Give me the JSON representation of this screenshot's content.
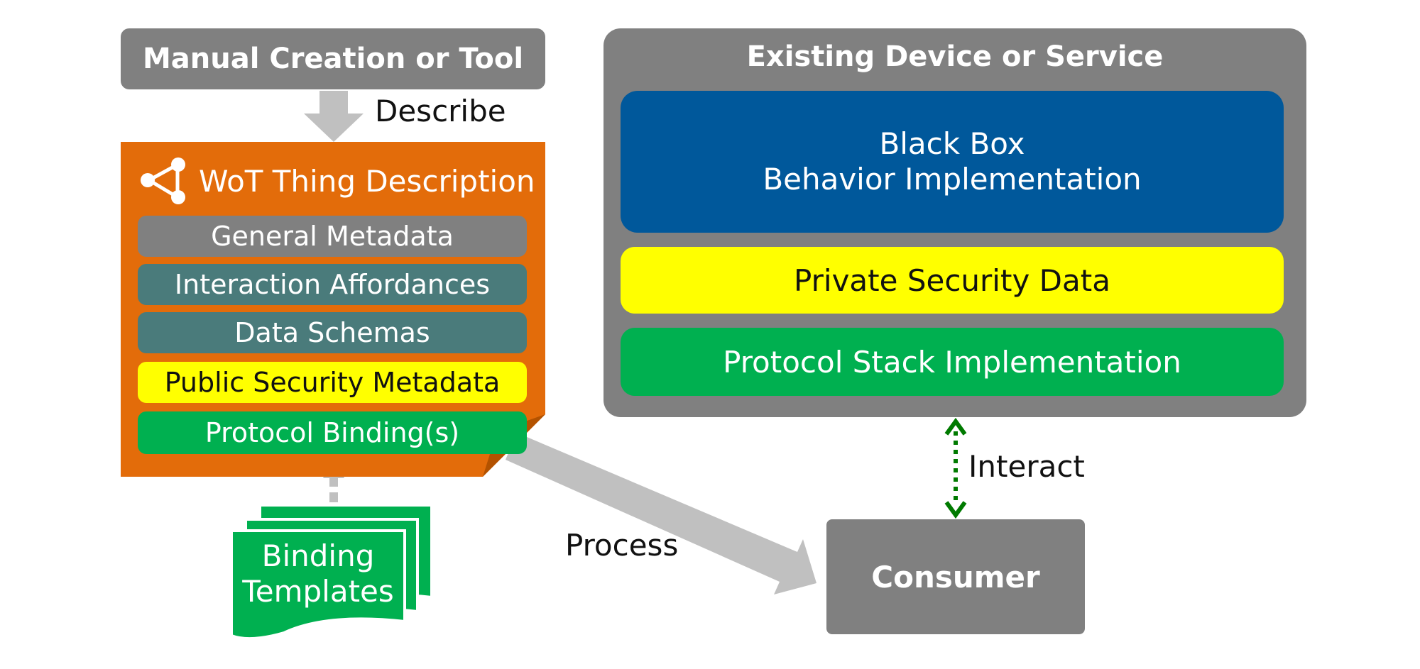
{
  "manual_box": {
    "label": "Manual Creation or Tool"
  },
  "describe_label": "Describe",
  "td": {
    "title": "WoT Thing Description",
    "rows": [
      {
        "label": "General Metadata"
      },
      {
        "label": "Interaction Affordances"
      },
      {
        "label": "Data Schemas"
      },
      {
        "label": "Public Security Metadata"
      },
      {
        "label": "Protocol Binding(s)"
      }
    ]
  },
  "binding_templates": {
    "label": "Binding\nTemplates"
  },
  "process_label": "Process",
  "device": {
    "title": "Existing Device or Service",
    "black_box": "Black Box\nBehavior Implementation",
    "private_security": "Private Security Data",
    "protocol_stack": "Protocol Stack Implementation"
  },
  "interact_label": "Interact",
  "consumer": {
    "label": "Consumer"
  },
  "colors": {
    "gray": "#808080",
    "orange": "#e36c0a",
    "blue": "#00589b",
    "yellow": "#ffff00",
    "green": "#00b050",
    "teal": "#4a7b7b",
    "arrow_gray": "#c0c0c0",
    "interact_green": "#007a00"
  }
}
